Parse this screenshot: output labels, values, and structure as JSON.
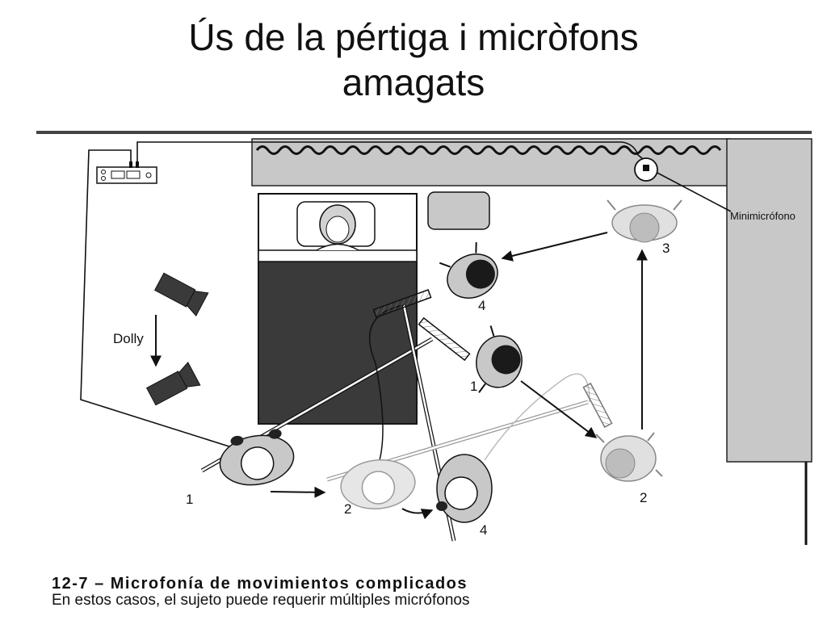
{
  "slide": {
    "title_line1": "Ús de la pértiga i micròfons",
    "title_line2": "amagats"
  },
  "figure": {
    "labels": {
      "dolly": "Dolly",
      "minimicrofono": "Minimicrófono",
      "boom_op_pos_1": "1",
      "boom_op_pos_2": "2",
      "boom_op_pos_4": "4",
      "actor_pos_1": "1",
      "actor_pos_2": "2",
      "actor_pos_3": "3",
      "actor_pos_4": "4"
    }
  },
  "caption": {
    "title": "12-7 – Microfonía de movimientos complicados",
    "text": "En estos casos, el sujeto puede requerir múltiples micrófonos"
  },
  "colors": {
    "ink": "#111111",
    "wall": "#c8c8c8",
    "blanket": "#3a3a3a",
    "hair": "#1a1a1a",
    "ghost": "#d8d8d8"
  }
}
